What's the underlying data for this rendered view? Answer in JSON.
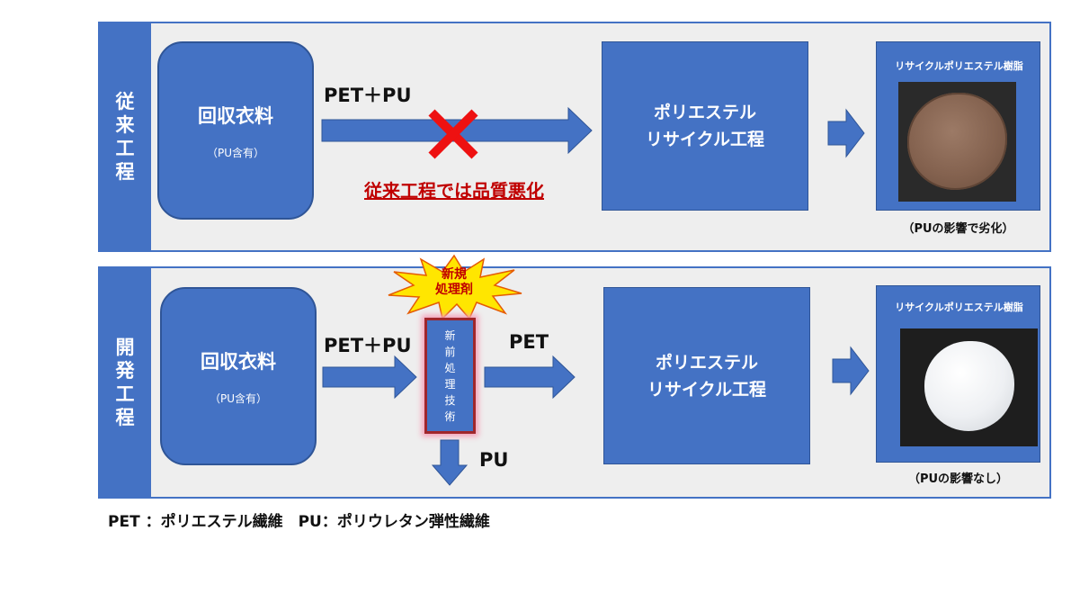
{
  "conventional": {
    "side_label": "従来工程",
    "input_box": {
      "title": "回収衣料",
      "subtitle": "（PU含有）"
    },
    "arrow_label": "PET＋PU",
    "warning": "従来工程では品質悪化",
    "process_box": {
      "line1": "ポリエステル",
      "line2": "リサイクル工程"
    },
    "sample": {
      "title": "リサイクルポリエステル樹脂",
      "caption": "（PUの影響で劣化）"
    }
  },
  "developed": {
    "side_label": "開発工程",
    "input_box": {
      "title": "回収衣料",
      "subtitle": "（PU含有）"
    },
    "arrow_label_in": "PET＋PU",
    "burst": {
      "line1": "新規",
      "line2": "処理剤"
    },
    "pretreatment": "新前処理技術",
    "arrow_label_out": "PET",
    "arrow_label_down": "PU",
    "process_box": {
      "line1": "ポリエステル",
      "line2": "リサイクル工程"
    },
    "sample": {
      "title": "リサイクルポリエステル樹脂",
      "caption": "（PUの影響なし）"
    }
  },
  "legend": "PET ：ポリエステル繊維　PU：ポリウレタン弾性繊維",
  "colors": {
    "box_blue": "#4472c4",
    "panel_gray": "#eeeeee",
    "cross_red": "#ee1111",
    "warning_red": "#c00000",
    "burst_yellow": "#ffe600",
    "pretreatment_border": "#a0272c",
    "degraded_resin": "#8a6a58",
    "clean_resin": "#f2f4f6"
  }
}
